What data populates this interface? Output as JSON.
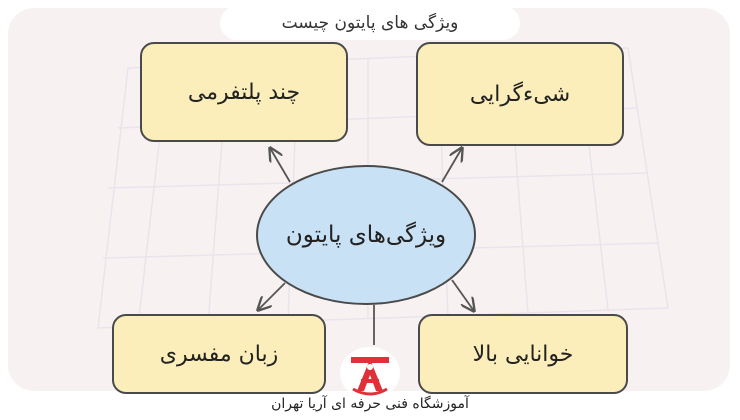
{
  "title": "ویژگی های پایتون چیست",
  "center": "ویژگی‌های پایتون",
  "features": {
    "top_left": "چند پلتفرمی",
    "top_right": "شیءگرایی",
    "bottom_left": "زبان مفسری",
    "bottom_right": "خوانایی بالا"
  },
  "footer": "آموزشگاه فنی حرفه ای آریا تهران",
  "colors": {
    "box_fill": "#fbeebb",
    "ellipse_fill": "#c8e1f4",
    "logo_red": "#e0303a"
  }
}
